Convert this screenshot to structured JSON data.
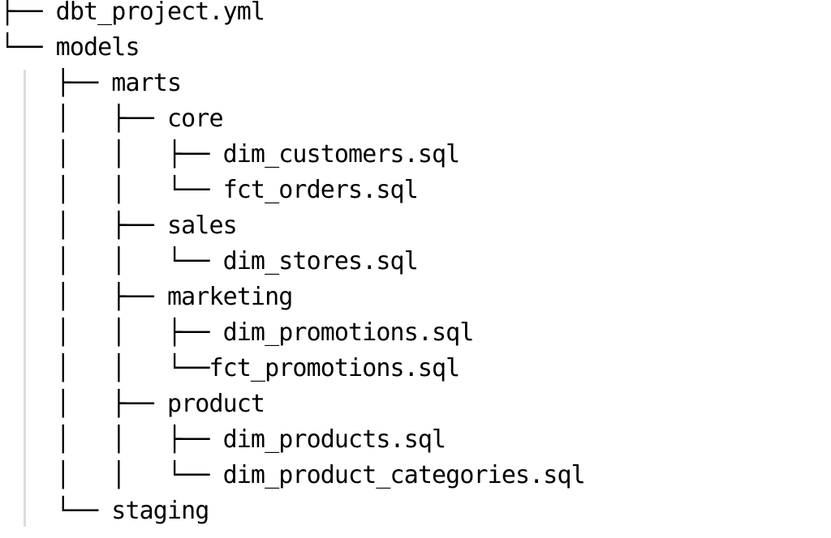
{
  "view": {
    "kind": "directory-tree-listing",
    "background_color": "#ffffff",
    "text_color": "#000000",
    "indent_guide_color": "#dcdcdc"
  },
  "tree": {
    "lines": [
      {
        "prefix": "├── ",
        "label": "dbt_project.yml"
      },
      {
        "prefix": "└── ",
        "label": "models"
      },
      {
        "prefix": "    ├── ",
        "label": "marts"
      },
      {
        "prefix": "    │   ├── ",
        "label": "core"
      },
      {
        "prefix": "    │   │   ├── ",
        "label": "dim_customers.sql"
      },
      {
        "prefix": "    │   │   └── ",
        "label": "fct_orders.sql"
      },
      {
        "prefix": "    │   ├── ",
        "label": "sales"
      },
      {
        "prefix": "    │   │   └── ",
        "label": "dim_stores.sql"
      },
      {
        "prefix": "    │   ├── ",
        "label": "marketing"
      },
      {
        "prefix": "    │   │   ├── ",
        "label": "dim_promotions.sql"
      },
      {
        "prefix": "    │   │   └──",
        "label": "fct_promotions.sql"
      },
      {
        "prefix": "    │   ├── ",
        "label": "product"
      },
      {
        "prefix": "    │   │   ├── ",
        "label": "dim_products.sql"
      },
      {
        "prefix": "    │   │   └── ",
        "label": "dim_product_categories.sql"
      },
      {
        "prefix": "    └── ",
        "label": "staging"
      }
    ]
  }
}
